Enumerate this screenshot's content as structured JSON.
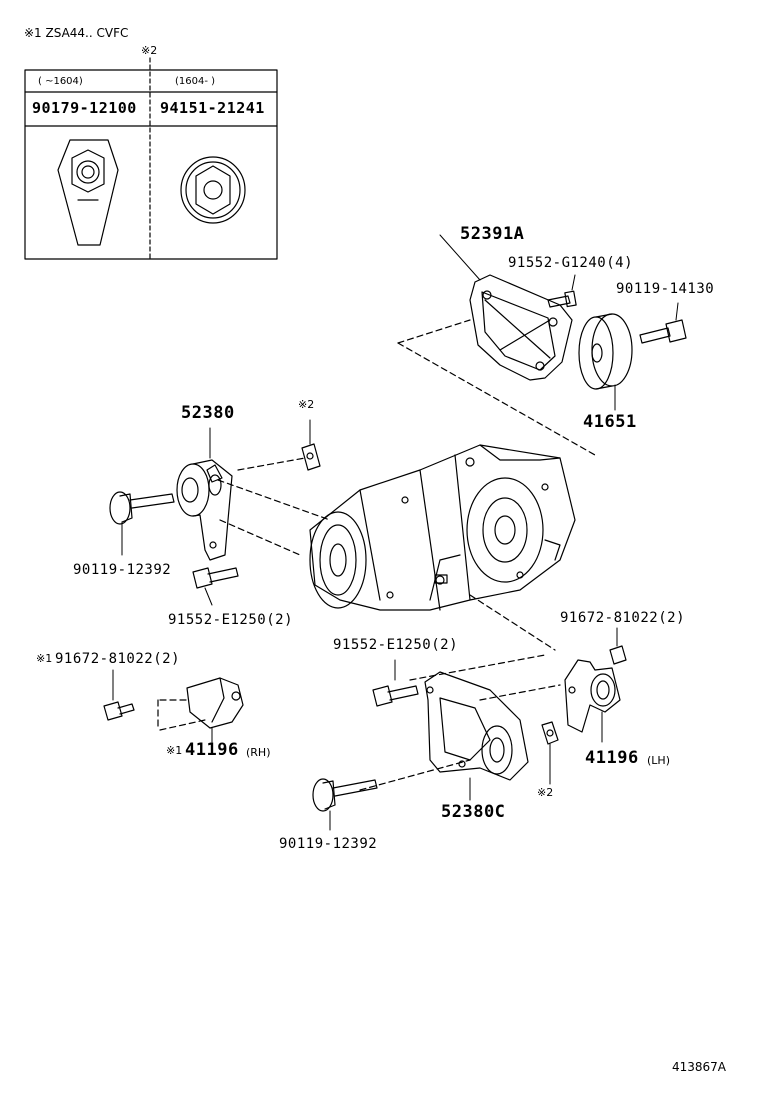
{
  "note1": "※1 ZSA44.. CVFC",
  "note2_mark": "※2",
  "table": {
    "left_header": "(  ~1604)",
    "right_header": "(1604-  )",
    "left_part": "90179-12100",
    "right_part": "94151-21241"
  },
  "callouts": {
    "p52391A": "52391A",
    "p91552_G1240": "91552-G1240(4)",
    "p90119_14130": "90119-14130",
    "p41651": "41651",
    "p52380": "52380",
    "mark2_a": "※2",
    "p90119_12392_a": "90119-12392",
    "p91552_E1250_a": "91552-E1250(2)",
    "p91552_E1250_b": "91552-E1250(2)",
    "p91672_81022_lh": "91672-81022(2)",
    "mark1_a": "※1",
    "p91672_81022_rh": "91672-81022(2)",
    "mark1_b": "※1",
    "p41196_rh": "41196",
    "rh": "(RH)",
    "p41196_lh": "41196",
    "lh": "(LH)",
    "mark2_b": "※2",
    "p52380C": "52380C",
    "p90119_12392_b": "90119-12392"
  },
  "figure_id": "413867A"
}
